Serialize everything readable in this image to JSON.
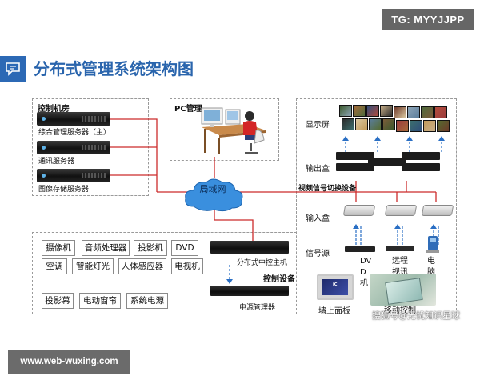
{
  "watermarks": {
    "tg": "TG: MYYJJPP",
    "web": "www.web-wuxing.com",
    "sohu": "搜狐号@无忧知识星球"
  },
  "page": {
    "title": "分布式管理系统架构图",
    "accent_color": "#2a65ad",
    "title_icon": "chat-bubble-icon",
    "link_color": "#cc2b2b"
  },
  "control_room": {
    "title": "控制机房",
    "servers": [
      "综合管理服务器（主）",
      "通讯服务器",
      "图像存储服务器"
    ]
  },
  "pc_management": {
    "title": "PC管理"
  },
  "lan": {
    "label": "局域网"
  },
  "control_equipment": {
    "title": "控制设备",
    "host_label": "分布式中控主机",
    "power_label": "电源管理器",
    "devices": [
      "摄像机",
      "音频处理器",
      "投影机",
      "DVD",
      "空调",
      "智能灯光",
      "人体感应器",
      "电视机",
      "投影幕",
      "电动窗帘",
      "系统电源"
    ]
  },
  "display_side": {
    "display_label": "显示屏",
    "output_label": "输出盒",
    "switch_label": "视频信号切换设备",
    "input_label": "输入盒",
    "source_label": "信号源",
    "sources": [
      "DV\nD机",
      "远程\n视讯",
      "电\n脑"
    ],
    "wall_panel_label": "墙上面板",
    "mobile_label": "移动控制"
  }
}
